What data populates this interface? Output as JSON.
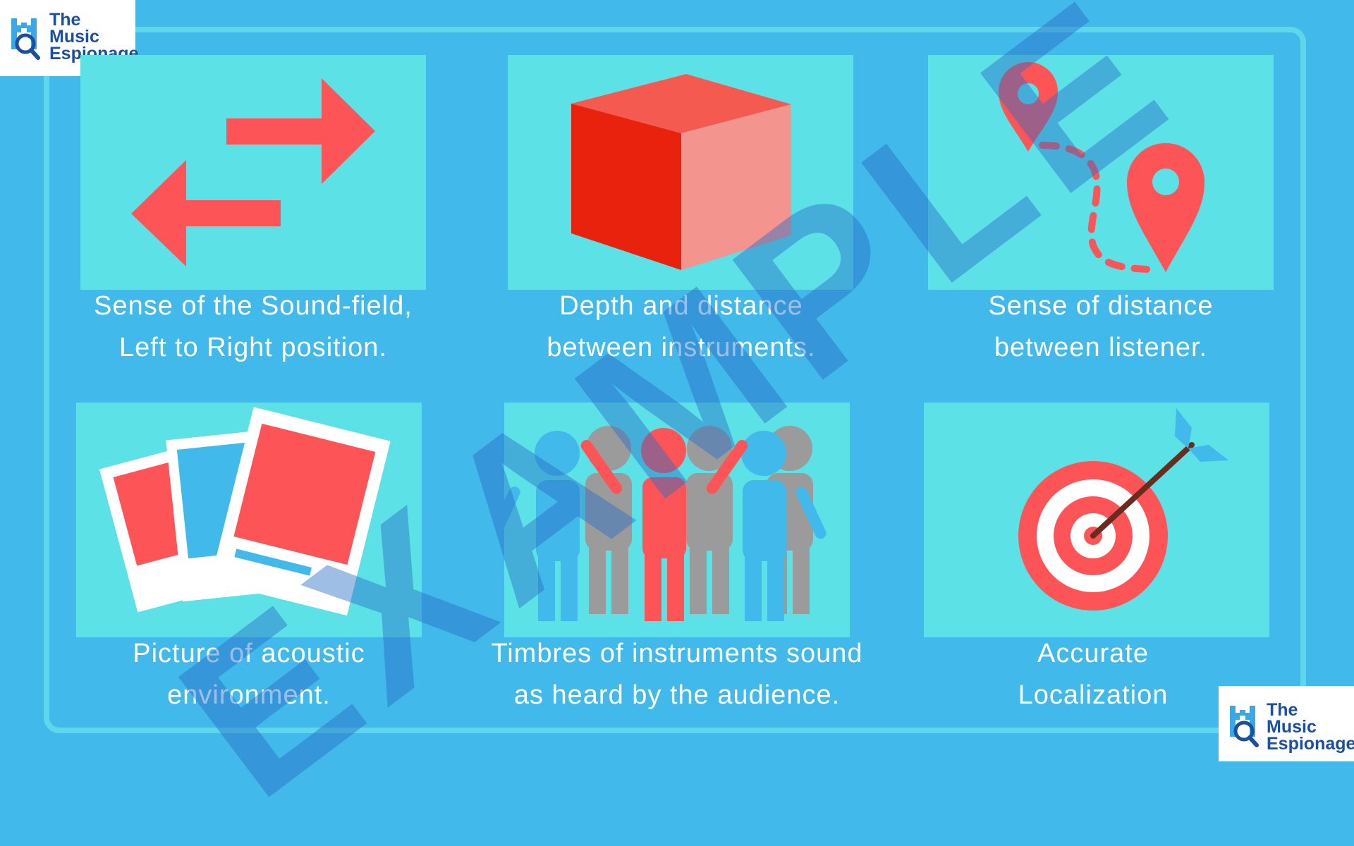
{
  "logo": {
    "line1": "The",
    "line2": "Music",
    "line3": "Espionage"
  },
  "watermark": "EXAMPLE",
  "colors": {
    "background": "#41b9ea",
    "tile": "#5be1e6",
    "accent_red": "#fd5557",
    "accent_blue": "#41b9ea",
    "gray": "#9b9b9b",
    "logo_blue": "#1c4fa0"
  },
  "cards": [
    {
      "icon": "left-right-arrows-icon",
      "line1": "Sense of the Sound-field,",
      "line2": "Left to Right position."
    },
    {
      "icon": "cube-icon",
      "line1": "Depth and distance",
      "line2": "between instruments."
    },
    {
      "icon": "location-pins-icon",
      "line1": "Sense of distance",
      "line2": "between listener."
    },
    {
      "icon": "photos-icon",
      "line1": "Picture of acoustic",
      "line2": "environment."
    },
    {
      "icon": "crowd-icon",
      "line1": "Timbres of instruments sound",
      "line2": "as heard by the audience."
    },
    {
      "icon": "target-icon",
      "line1": "Accurate",
      "line2": "Localization"
    }
  ]
}
